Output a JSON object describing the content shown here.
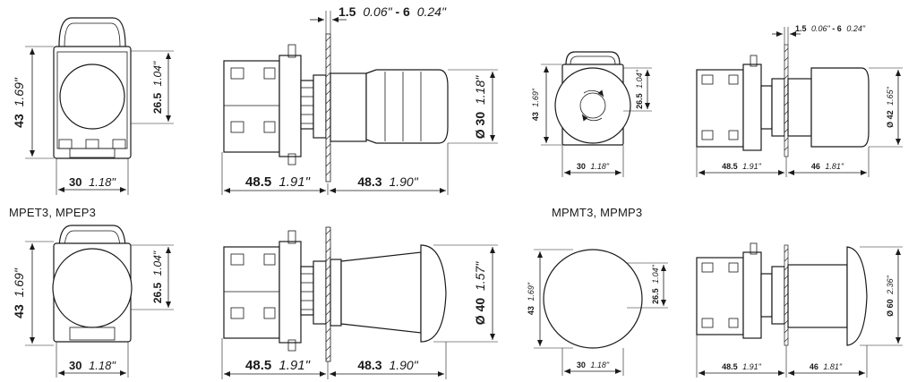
{
  "captions": {
    "row2_left": "MPET3, MPEP3",
    "row2_right": "MPMT3, MPMP3"
  },
  "dims": {
    "r1_front_w_mm": "30",
    "r1_front_w_in": "1.18\"",
    "r1_front_h_mm": "43",
    "r1_front_h_in": "1.69\"",
    "r1_front_h2_mm": "26.5",
    "r1_front_h2_in": "1.04\"",
    "r1_side_panel_mm": "1.5",
    "r1_side_panel_in": "0.06\"",
    "r1_side_sep": " - ",
    "r1_side_panel2_mm": "6",
    "r1_side_panel2_in": "0.24\"",
    "r1_side_body_mm": "48.5",
    "r1_side_body_in": "1.91\"",
    "r1_side_head_mm": "48.3",
    "r1_side_head_in": "1.90\"",
    "r1_side_dia_mm": "Ø 30",
    "r1_side_dia_in": "1.18\"",
    "r3_front_w_mm": "30",
    "r3_front_w_in": "1.18\"",
    "r3_front_h_mm": "43",
    "r3_front_h_in": "1.69\"",
    "r3_front_h2_mm": "26.5",
    "r3_front_h2_in": "1.04\"",
    "r3_side_panel_mm": "1.5",
    "r3_side_panel_in": "0.06\"",
    "r3_side_sep": "-",
    "r3_side_panel2_mm": "6",
    "r3_side_panel2_in": "0.24\"",
    "r3_side_body_mm": "48.5",
    "r3_side_body_in": "1.91\"",
    "r3_side_head_mm": "46",
    "r3_side_head_in": "1.81\"",
    "r3_side_dia_mm": "Ø 42",
    "r3_side_dia_in": "1.65\"",
    "r2_front_w_mm": "30",
    "r2_front_w_in": "1.18\"",
    "r2_front_h_mm": "43",
    "r2_front_h_in": "1.69\"",
    "r2_front_h2_mm": "26.5",
    "r2_front_h2_in": "1.04\"",
    "r2_side_body_mm": "48.5",
    "r2_side_body_in": "1.91\"",
    "r2_side_head_mm": "48.3",
    "r2_side_head_in": "1.90\"",
    "r2_side_dia_mm": "Ø 40",
    "r2_side_dia_in": "1.57\"",
    "r4_front_w_mm": "30",
    "r4_front_w_in": "1.18\"",
    "r4_front_h_mm": "43",
    "r4_front_h_in": "1.69\"",
    "r4_front_h2_mm": "26.5",
    "r4_front_h2_in": "1.04\"",
    "r4_side_body_mm": "48.5",
    "r4_side_body_in": "1.91\"",
    "r4_side_head_mm": "46",
    "r4_side_head_in": "1.81\"",
    "r4_side_dia_mm": "Ø 60",
    "r4_side_dia_in": "2.36\""
  }
}
